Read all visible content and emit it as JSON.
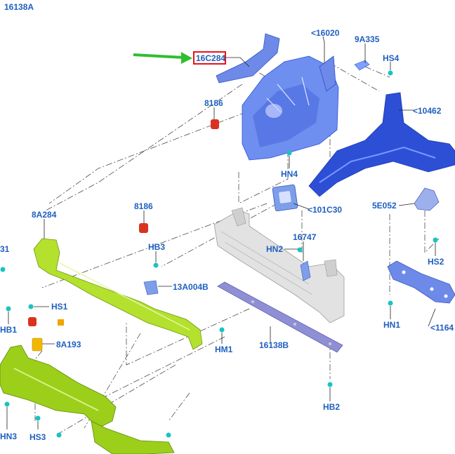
{
  "diagram": {
    "highlighted_label": "16C284",
    "labels": [
      "16138A",
      "<16020",
      "9A335",
      "HS4",
      "8186",
      "<10462",
      "HN4",
      "<101C30",
      "5E052",
      "8A284",
      "8186",
      "16747",
      "HN2",
      "HB3",
      "13A004B",
      "HS2",
      "HS1",
      "HN1",
      "<1164",
      "HM1",
      "16138B",
      "8A193",
      "HB2",
      "HN3",
      "HS3",
      "HB1",
      "31"
    ]
  },
  "colors": {
    "label_blue": "#1f5fbf",
    "highlight_box": "#e8141b",
    "arrow_green": "#2fbf2f",
    "part_blue": "#5a78e6",
    "part_blue_dark": "#2c4fd6",
    "part_green": "#a6d820",
    "part_gray": "#d2d2d2",
    "part_lavender": "#8f8fd6",
    "fastener_cyan": "#19c3c3",
    "part_red": "#d9331f",
    "part_orange": "#f0a500"
  }
}
